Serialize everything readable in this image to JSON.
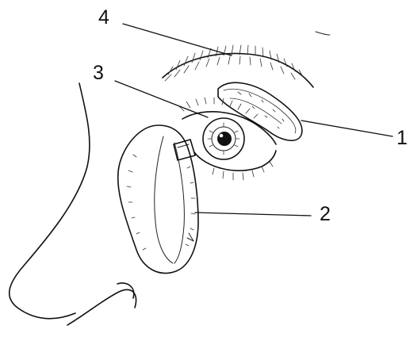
{
  "labels": {
    "l1": "1",
    "l2": "2",
    "l3": "3",
    "l4": "4"
  },
  "colors": {
    "ink": "#111111",
    "paper": "#ffffff"
  }
}
